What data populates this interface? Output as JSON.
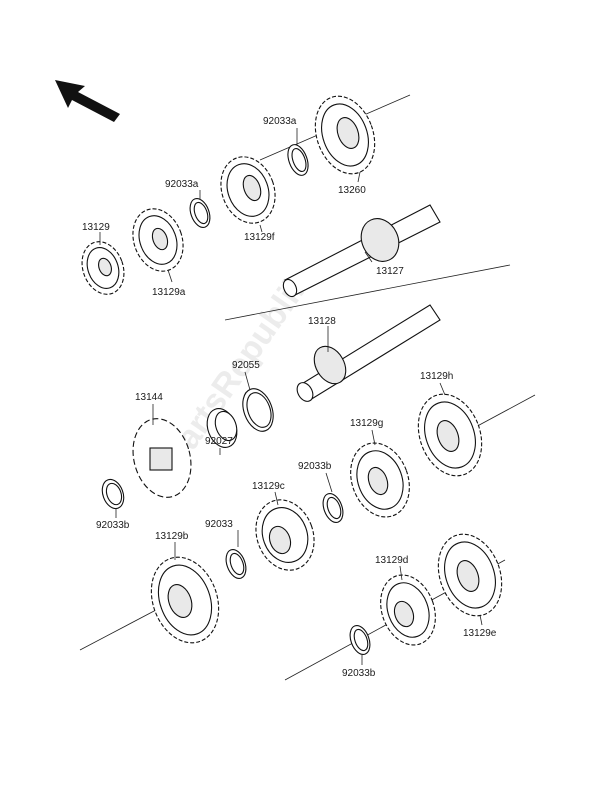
{
  "labels": {
    "p13260": "13260",
    "p92033a_top": "92033a",
    "p92033a_left": "92033a",
    "p13129f": "13129f",
    "p13129": "13129",
    "p13129a": "13129a",
    "p13127": "13127",
    "p13128": "13128",
    "p92055": "92055",
    "p13144": "13144",
    "p92027": "92027",
    "p13129h": "13129h",
    "p13129g": "13129g",
    "p92033b_mid": "92033b",
    "p13129c": "13129c",
    "p92033b_left": "92033b",
    "p92033": "92033",
    "p13129b": "13129b",
    "p13129d": "13129d",
    "p13129e": "13129e",
    "p92033b_bottom": "92033b"
  },
  "watermark": "PartsRepublik",
  "icons": {
    "direction": "arrow-front-icon"
  }
}
